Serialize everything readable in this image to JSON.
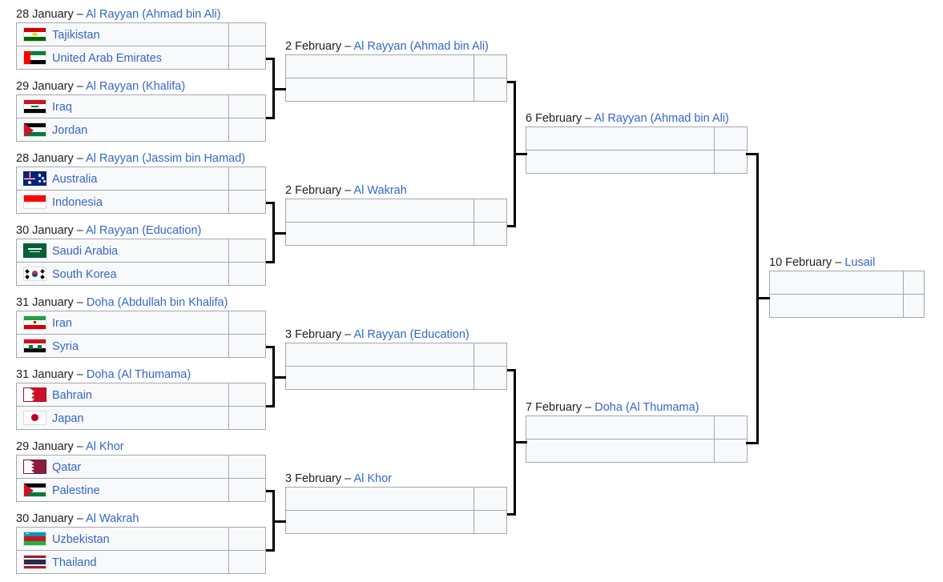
{
  "bracket": {
    "title": "Knockout stage bracket",
    "link_color": "#3366cc",
    "rounds": [
      {
        "name": "round-of-16",
        "matches": [
          {
            "date": "28 January",
            "dash": " – ",
            "venue": "Al Rayyan (Ahmad bin Ali)",
            "teams": [
              {
                "name": "Tajikistan",
                "flag": "tajikistan",
                "score": ""
              },
              {
                "name": "United Arab Emirates",
                "flag": "uae",
                "score": ""
              }
            ]
          },
          {
            "date": "29 January",
            "dash": " – ",
            "venue": "Al Rayyan (Khalifa)",
            "teams": [
              {
                "name": "Iraq",
                "flag": "iraq",
                "score": ""
              },
              {
                "name": "Jordan",
                "flag": "jordan",
                "score": ""
              }
            ]
          },
          {
            "date": "28 January",
            "dash": " – ",
            "venue": "Al Rayyan (Jassim bin Hamad)",
            "teams": [
              {
                "name": "Australia",
                "flag": "australia",
                "score": ""
              },
              {
                "name": "Indonesia",
                "flag": "indonesia",
                "score": ""
              }
            ]
          },
          {
            "date": "30 January",
            "dash": " – ",
            "venue": "Al Rayyan (Education)",
            "teams": [
              {
                "name": "Saudi Arabia",
                "flag": "saudi",
                "score": ""
              },
              {
                "name": "South Korea",
                "flag": "korea",
                "score": ""
              }
            ]
          },
          {
            "date": "31 January",
            "dash": " – ",
            "venue": "Doha (Abdullah bin Khalifa)",
            "teams": [
              {
                "name": "Iran",
                "flag": "iran",
                "score": ""
              },
              {
                "name": "Syria",
                "flag": "syria",
                "score": ""
              }
            ]
          },
          {
            "date": "31 January",
            "dash": " – ",
            "venue": "Doha (Al Thumama)",
            "teams": [
              {
                "name": "Bahrain",
                "flag": "bahrain",
                "score": ""
              },
              {
                "name": "Japan",
                "flag": "japan",
                "score": ""
              }
            ]
          },
          {
            "date": "29 January",
            "dash": " – ",
            "venue": "Al Khor",
            "teams": [
              {
                "name": "Qatar",
                "flag": "qatar",
                "score": ""
              },
              {
                "name": "Palestine",
                "flag": "palestine",
                "score": ""
              }
            ]
          },
          {
            "date": "30 January",
            "dash": " – ",
            "venue": "Al Wakrah",
            "teams": [
              {
                "name": "Uzbekistan",
                "flag": "uzbekistan",
                "score": ""
              },
              {
                "name": "Thailand",
                "flag": "thailand",
                "score": ""
              }
            ]
          }
        ]
      },
      {
        "name": "quarter-finals",
        "matches": [
          {
            "date": "2 February",
            "dash": " – ",
            "venue": "Al Rayyan (Ahmad bin Ali)",
            "teams": [
              {
                "name": "",
                "flag": "",
                "score": ""
              },
              {
                "name": "",
                "flag": "",
                "score": ""
              }
            ]
          },
          {
            "date": "2 February",
            "dash": " – ",
            "venue": "Al Wakrah",
            "teams": [
              {
                "name": "",
                "flag": "",
                "score": ""
              },
              {
                "name": "",
                "flag": "",
                "score": ""
              }
            ]
          },
          {
            "date": "3 February",
            "dash": " – ",
            "venue": "Al Rayyan (Education)",
            "teams": [
              {
                "name": "",
                "flag": "",
                "score": ""
              },
              {
                "name": "",
                "flag": "",
                "score": ""
              }
            ]
          },
          {
            "date": "3 February",
            "dash": " – ",
            "venue": "Al Khor",
            "teams": [
              {
                "name": "",
                "flag": "",
                "score": ""
              },
              {
                "name": "",
                "flag": "",
                "score": ""
              }
            ]
          }
        ]
      },
      {
        "name": "semi-finals",
        "matches": [
          {
            "date": "6 February",
            "dash": " – ",
            "venue": "Al Rayyan (Ahmad bin Ali)",
            "teams": [
              {
                "name": "",
                "flag": "",
                "score": ""
              },
              {
                "name": "",
                "flag": "",
                "score": ""
              }
            ]
          },
          {
            "date": "7 February",
            "dash": " – ",
            "venue": "Doha (Al Thumama)",
            "teams": [
              {
                "name": "",
                "flag": "",
                "score": ""
              },
              {
                "name": "",
                "flag": "",
                "score": ""
              }
            ]
          }
        ]
      },
      {
        "name": "final",
        "matches": [
          {
            "date": "10 February",
            "dash": " – ",
            "venue": "Lusail",
            "teams": [
              {
                "name": "",
                "flag": "",
                "score": ""
              },
              {
                "name": "",
                "flag": "",
                "score": ""
              }
            ]
          }
        ]
      }
    ]
  }
}
